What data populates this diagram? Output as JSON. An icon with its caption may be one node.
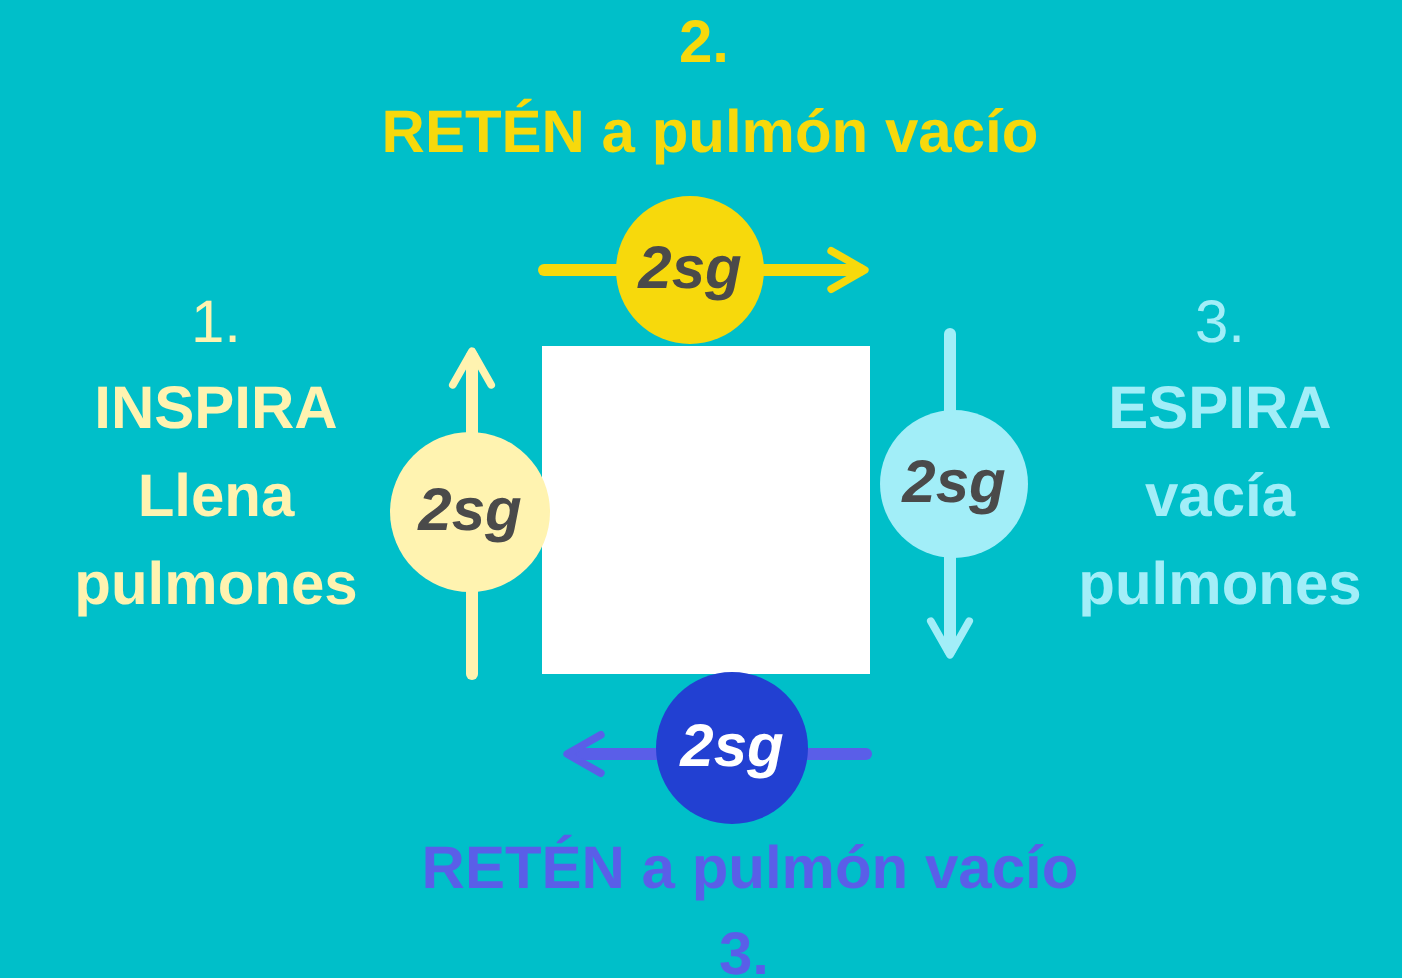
{
  "diagram": {
    "nodes": [
      {
        "text": [],
        "shape": "box"
      },
      {
        "text": [
          "2sg"
        ]
      },
      {
        "text": [
          "2sg"
        ]
      },
      {
        "text": [
          "2sg"
        ]
      },
      {
        "text": [
          "2sg"
        ]
      }
    ],
    "labels": [
      "2.",
      "RETÉN a pulmón vacío",
      "1.",
      "INSPIRA Llena pulmones",
      "3.",
      "ESPIRA vacía pulmones",
      "RETÉN a pulmón vacío",
      "3."
    ]
  }
}
